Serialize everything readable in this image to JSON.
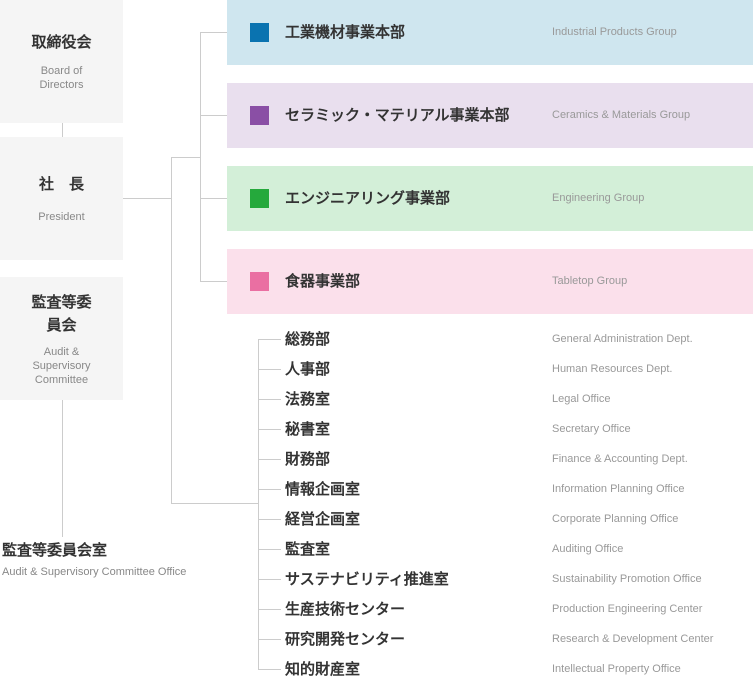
{
  "board": {
    "jp": "取締役会",
    "en": "Board of Directors"
  },
  "president": {
    "jp": "社　長",
    "en": "President"
  },
  "audit_committee": {
    "jp": "監査等委員会",
    "en": "Audit & Supervisory Committee"
  },
  "audit_office": {
    "jp": "監査等委員会室",
    "en": "Audit & Supervisory Committee Office"
  },
  "groups": [
    {
      "jp": "工業機材事業本部",
      "en": "Industrial Products Group",
      "bg": "#cfe6ef",
      "swatch": "#0a73b0"
    },
    {
      "jp": "セラミック・マテリアル事業本部",
      "en": "Ceramics & Materials Group",
      "bg": "#e9dfee",
      "swatch": "#8a4fa5"
    },
    {
      "jp": "エンジニアリング事業部",
      "en": "Engineering Group",
      "bg": "#d3efd8",
      "swatch": "#25a93c"
    },
    {
      "jp": "食器事業部",
      "en": "Tabletop Group",
      "bg": "#fbe0eb",
      "swatch": "#ea6fa2"
    }
  ],
  "departments": [
    {
      "jp": "総務部",
      "en": "General Administration Dept."
    },
    {
      "jp": "人事部",
      "en": "Human Resources Dept."
    },
    {
      "jp": "法務室",
      "en": "Legal Office"
    },
    {
      "jp": "秘書室",
      "en": "Secretary Office"
    },
    {
      "jp": "財務部",
      "en": "Finance & Accounting Dept."
    },
    {
      "jp": "情報企画室",
      "en": "Information Planning Office"
    },
    {
      "jp": "経営企画室",
      "en": "Corporate Planning Office"
    },
    {
      "jp": "監査室",
      "en": "Auditing Office"
    },
    {
      "jp": "サステナビリティ推進室",
      "en": "Sustainability Promotion Office"
    },
    {
      "jp": "生産技術センター",
      "en": "Production Engineering Center"
    },
    {
      "jp": "研究開発センター",
      "en": "Research & Development Center"
    },
    {
      "jp": "知的財産室",
      "en": "Intellectual Property Office"
    }
  ]
}
